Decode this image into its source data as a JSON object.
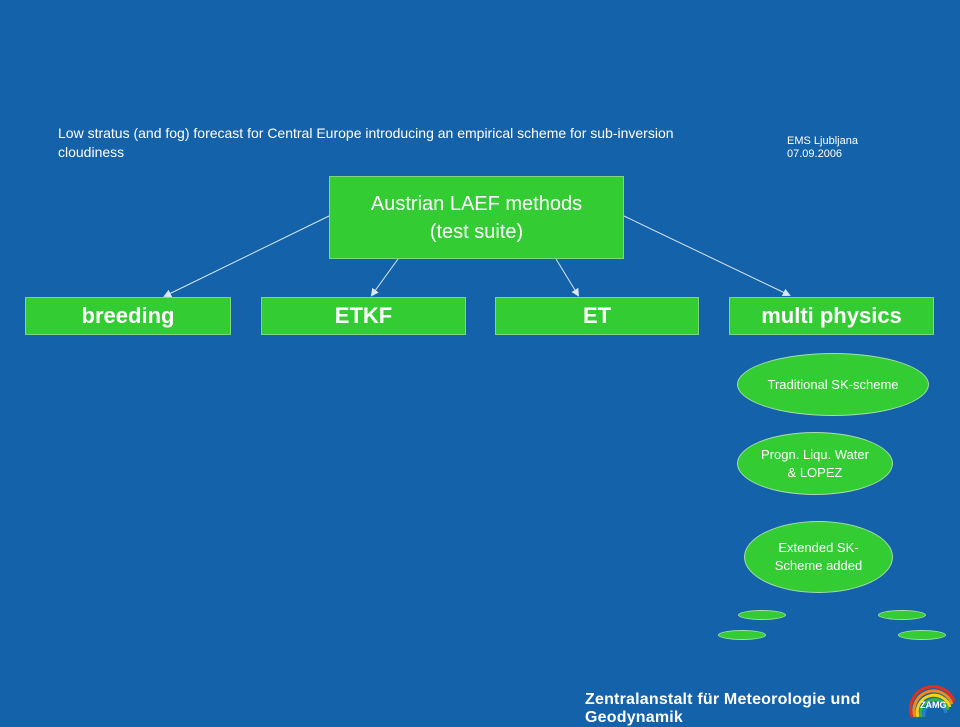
{
  "header": {
    "title": "Low stratus (and fog) forecast for Central Europe introducing an empirical scheme for sub-inversion cloudiness",
    "event_line1": "EMS Ljubljana",
    "event_line2": "07.09.2006"
  },
  "diagram": {
    "root": {
      "line1": "Austrian LAEF methods",
      "line2": "(test suite)"
    },
    "methods": [
      "breeding",
      "ETKF",
      "ET",
      "multi physics"
    ],
    "schemes": [
      {
        "line1": "Traditional SK-scheme",
        "line2": ""
      },
      {
        "line1": "Progn. Liqu. Water",
        "line2": "& LOPEZ"
      },
      {
        "line1": "Extended SK-",
        "line2": "Scheme added"
      }
    ],
    "colors": {
      "background": "#1462aa",
      "box_fill": "#33cc33",
      "connector": "#d8e6f5"
    }
  },
  "footer": {
    "institute": "Zentralanstalt für Meteorologie und Geodynamik",
    "logo_text": "ZAMG"
  }
}
